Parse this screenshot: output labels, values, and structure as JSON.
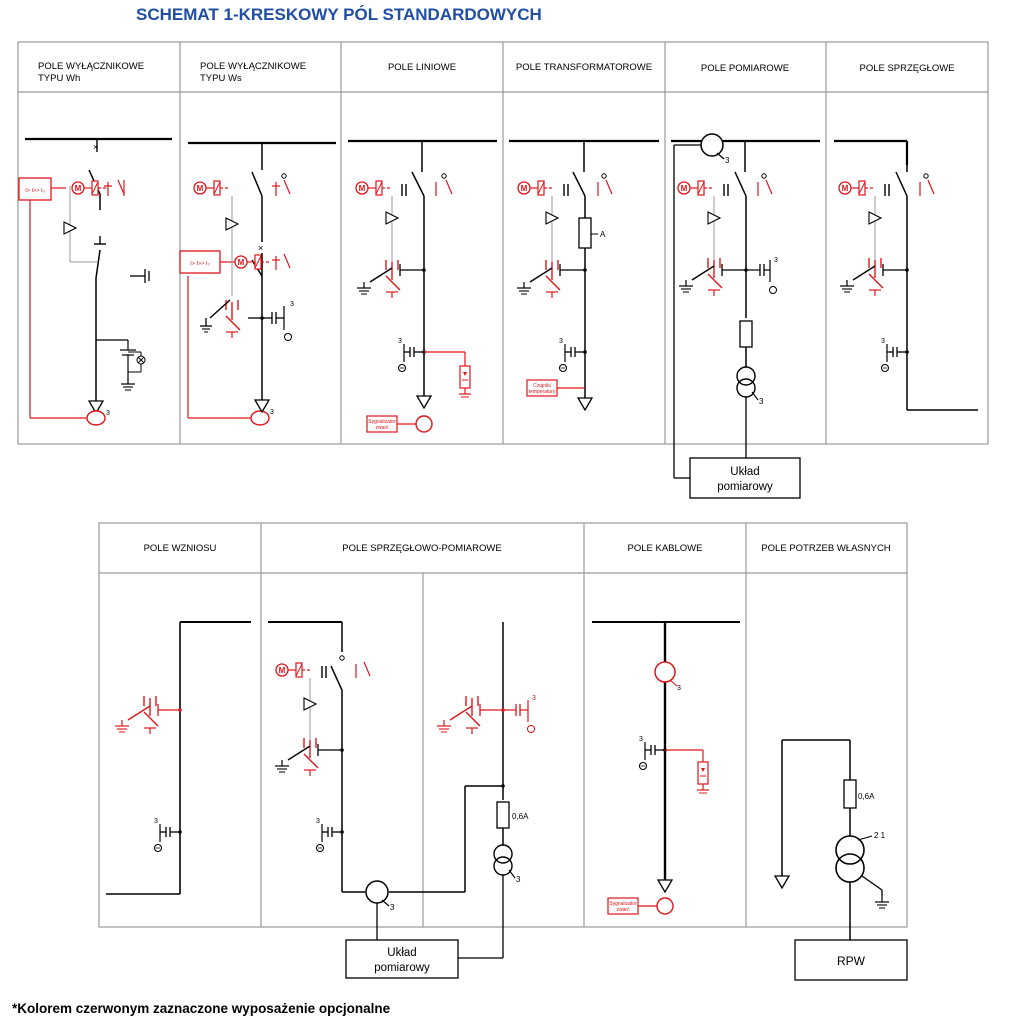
{
  "title": "SCHEMAT 1-KRESKOWY PÓL STANDARDOWYCH",
  "footnote": "*Kolorem czerwonym zaznaczone wyposażenie opcjonalne",
  "colors": {
    "optional": "#e0151b",
    "standard": "#000000",
    "frame": "#9a9a9a",
    "title": "#1f4ea3",
    "aux": "#999999"
  },
  "row1_headers": [
    {
      "l1": "POLE WYŁĄCZNIKOWE",
      "l2": "TYPU Wh"
    },
    {
      "l1": "POLE WYŁĄCZNIKOWE",
      "l2": "TYPU Ws"
    },
    {
      "l1": "POLE LINIOWE",
      "l2": ""
    },
    {
      "l1": "POLE TRANSFORMATOROWE",
      "l2": ""
    },
    {
      "l1": "POLE POMIAROWE",
      "l2": ""
    },
    {
      "l1": "POLE SPRZĘGŁOWE",
      "l2": ""
    }
  ],
  "row2_headers": [
    {
      "l1": "POLE WZNIOSU"
    },
    {
      "l1": "POLE SPRZĘGŁOWO-POMIAROWE"
    },
    {
      "l1": "POLE KABLOWE"
    },
    {
      "l1": "POLE POTRZEB WŁASNYCH"
    }
  ],
  "labels": {
    "uklad_l1": "Układ",
    "uklad_l2": "pomiarowy",
    "rpw": "RPW",
    "fuse_06a": "0,6A",
    "ct_3": "3",
    "vt_2_1": "2 1",
    "fuse_a": "A",
    "sygn_l1": "Sygnalizator",
    "sygn_l2": "zwarć",
    "czuj_l1": "Czujniki",
    "czuj_l2": "temperatury",
    "relay_text": "I> I>> I₀"
  }
}
